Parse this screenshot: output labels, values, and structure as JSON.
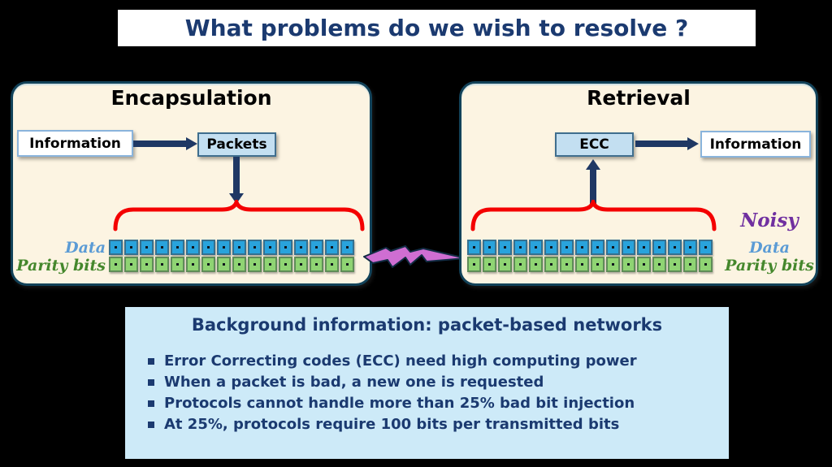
{
  "slide": {
    "title": "What problems do we wish to resolve ?"
  },
  "encapsulation": {
    "title": "Encapsulation",
    "information_label": "Information",
    "packets_label": "Packets",
    "data_label": "Data",
    "parity_label": "Parity bits",
    "num_data_bits": 16,
    "num_parity_bits": 16
  },
  "retrieval": {
    "title": "Retrieval",
    "ecc_label": "ECC",
    "information_label": "Information",
    "noisy_label": "Noisy",
    "data_label": "Data",
    "parity_label": "Parity bits",
    "num_data_bits": 16,
    "num_parity_bits": 16
  },
  "background_info": {
    "heading": "Background information: packet-based networks",
    "bullets": [
      "Error Correcting codes (ECC) need high computing power",
      "When a packet is bad, a new one is requested",
      "Protocols cannot handle more than 25% bad bit injection",
      "At 25%, protocols require 100 bits per transmitted bits"
    ]
  },
  "colors": {
    "background": "#000000",
    "navy_text": "#1b3a70",
    "panel_bg": "#fcf4e2",
    "panel_border": "#124259",
    "packet_box_bg": "#c3dff1",
    "info_box_bg": "#ffffff",
    "brace_red": "#f40000",
    "data_square_blue": "#29a3dc",
    "parity_square_green": "#8fd473",
    "noisy_purple": "#7030a0",
    "data_label_blue": "#5b9bd5",
    "parity_label_green": "#44872c",
    "bolt_magenta": "#cf6ed2",
    "bottom_panel_bg": "#cdeaf8"
  }
}
